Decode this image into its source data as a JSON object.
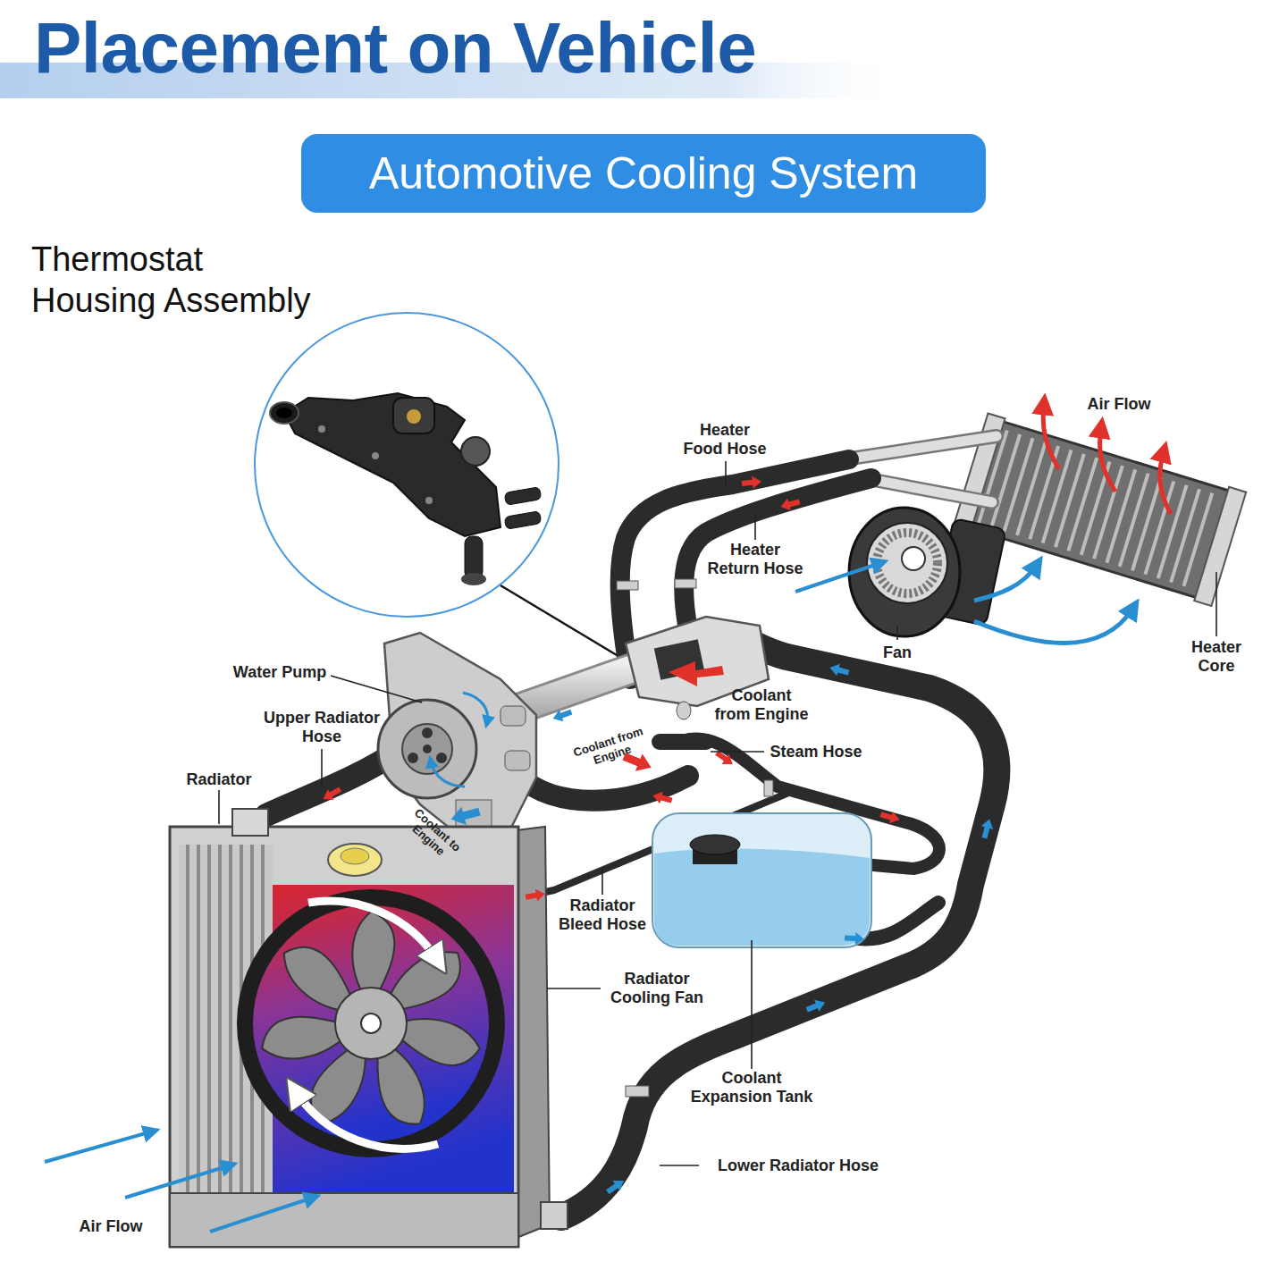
{
  "diagram": {
    "title": "Placement on Vehicle",
    "nodes": [
      {
        "text": [
          "Automotive Cooling System"
        ]
      }
    ],
    "labels": [
      "Thermostat Housing Assembly",
      "Heater Food Hose",
      "Air Flow",
      "Heater Return Hose",
      "Fan",
      "Heater Core",
      "Water Pump",
      "Coolant from Engine",
      "Upper Radiator Hose",
      "Coolant from Engine",
      "Steam Hose",
      "Radiator",
      "Coolant to Engine",
      "Radiator Bleed Hose",
      "Radiator Cooling Fan",
      "Coolant Expansion Tank",
      "Lower Radiator Hose",
      "Air Flow"
    ]
  }
}
